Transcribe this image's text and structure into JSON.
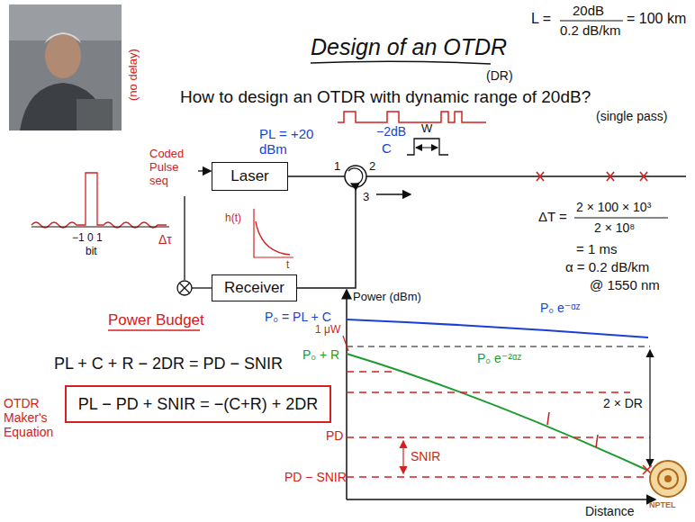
{
  "diagram": {
    "title": "Design of an OTDR",
    "nodes": [
      {
        "text": [
          "Laser"
        ]
      },
      {
        "text": [
          "Receiver"
        ]
      },
      {
        "text": [
          "PL − PD + SNIR = −(C+R) + 2DR"
        ]
      }
    ],
    "labels": [
      "L =",
      "20dB",
      "0.2 dB/km",
      "= 100 km",
      "How to design an OTDR with dynamic range of 20dB?",
      "(DR)",
      "(single pass)",
      "PL = +20 dBm",
      "−2dB",
      "C",
      "W",
      "1",
      "2",
      "3",
      "Coded Pulse seq",
      "h(t)",
      "t",
      "−1 0 1",
      "bit",
      "Δτ",
      "(no delay)",
      "Power Budget",
      "PL + C + R − 2DR = PD − SNIR",
      "OTDR Maker's Equation",
      "ΔT =",
      "2 × 100 × 10³",
      "2 × 10⁸",
      "= 1 ms",
      "α = 0.2 dB/km",
      "@ 1550 nm",
      "Power (dBm)",
      "P₀ = PL + C",
      "P₀ e⁻ᵅᶻ",
      "1 μW",
      "P₀ + R",
      "P₀ e⁻²ᵅᶻ",
      "2 × DR",
      "PD",
      "SNIR",
      "PD − SNIR",
      "Distance",
      "NPTEL"
    ]
  }
}
